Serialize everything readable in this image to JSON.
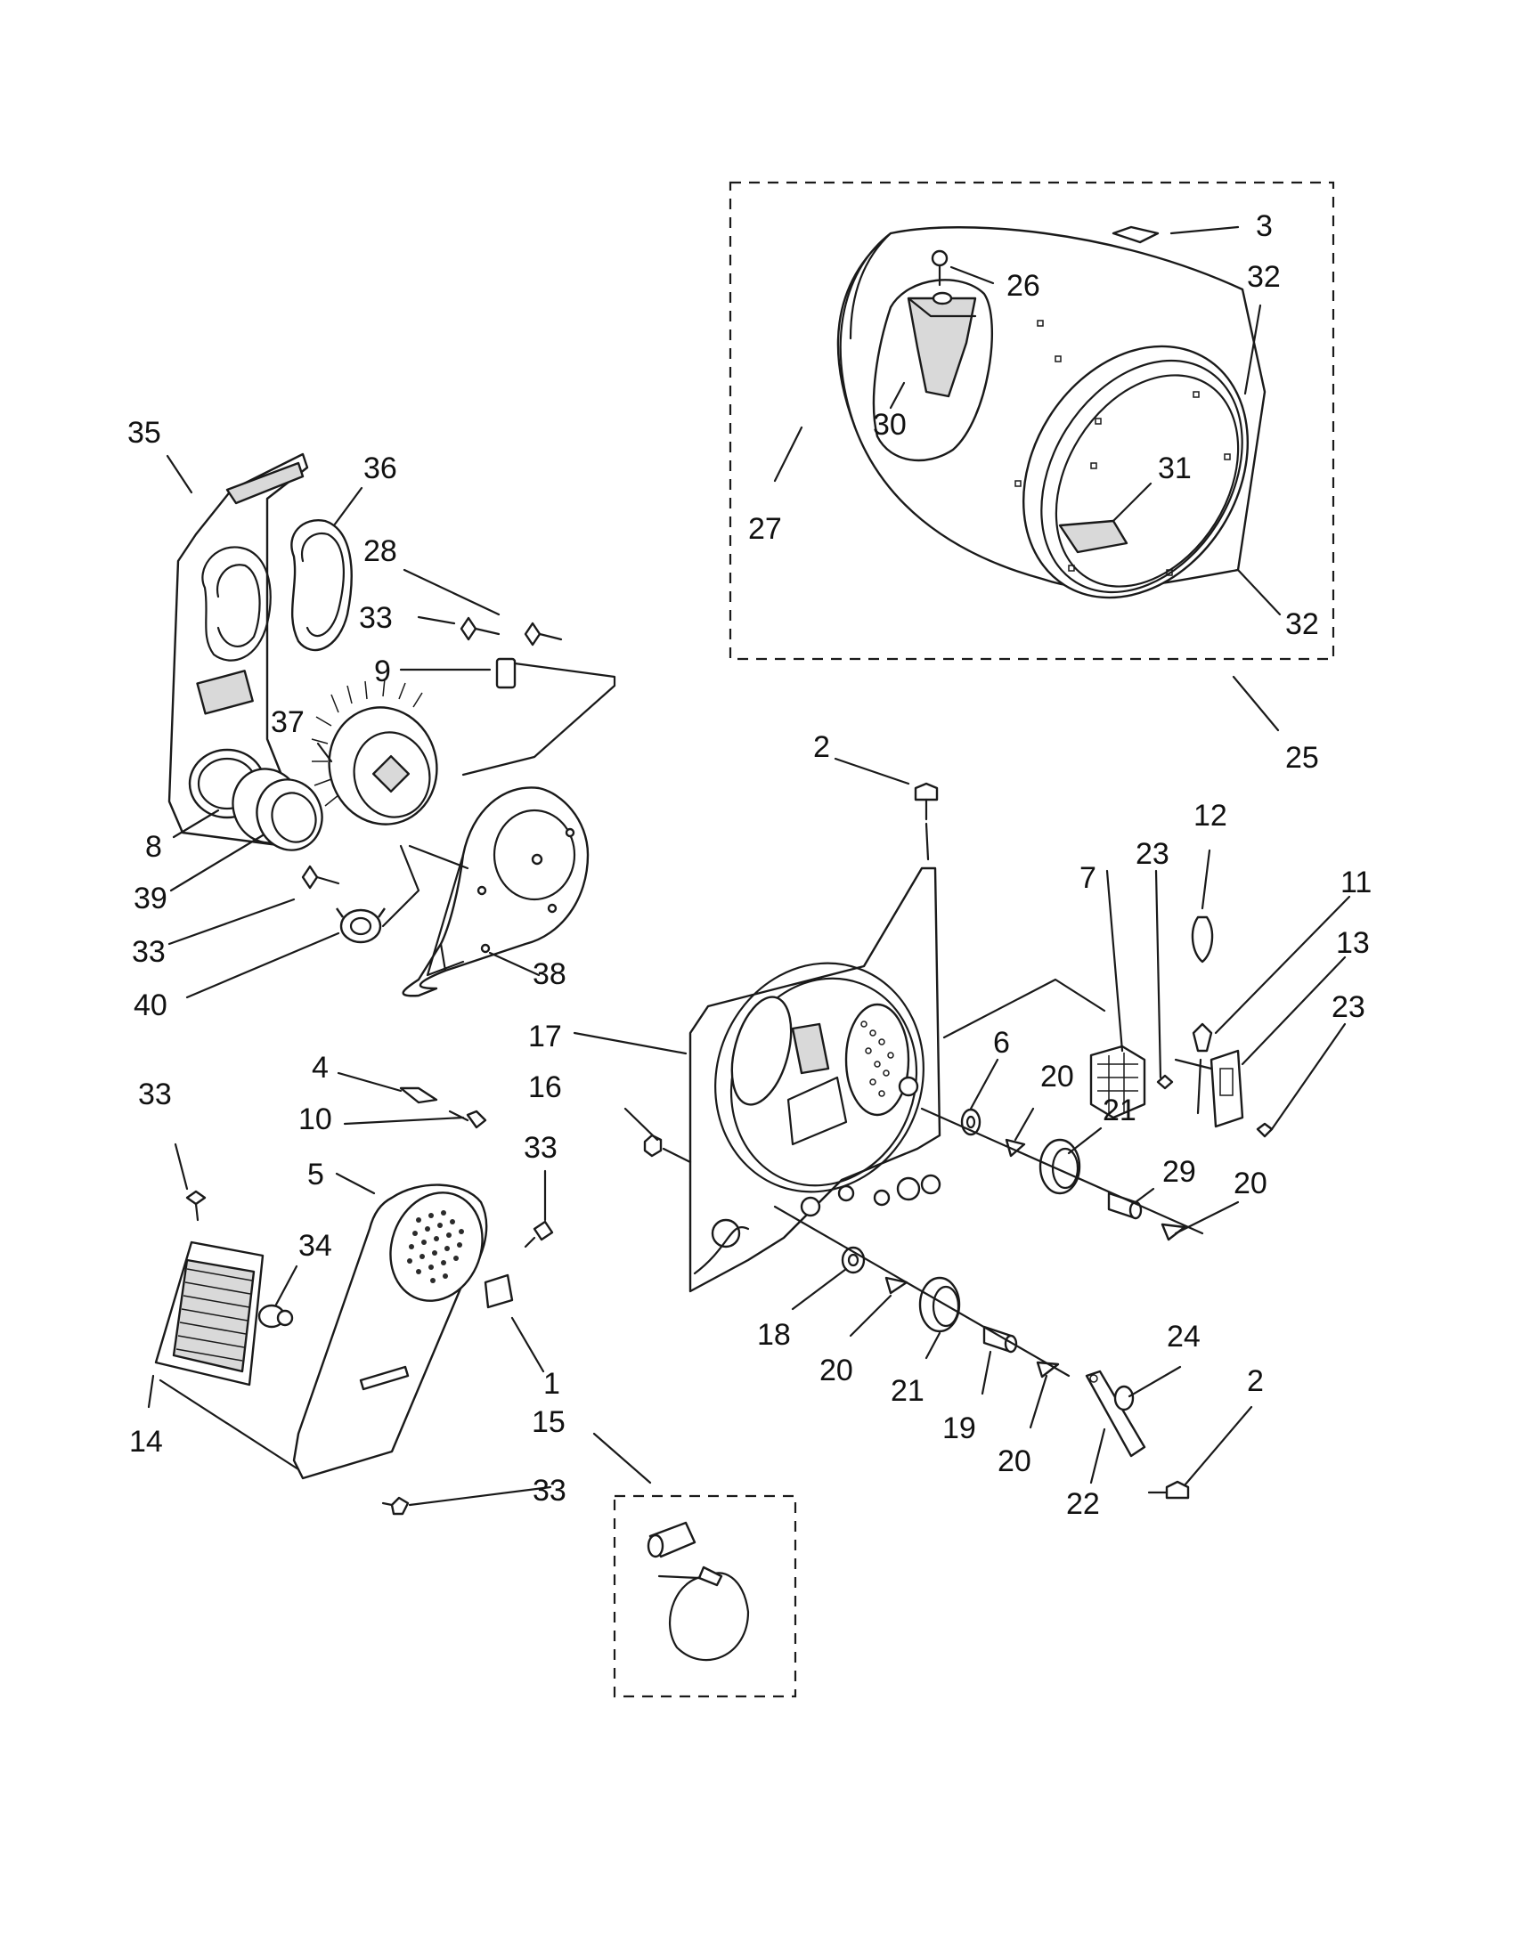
{
  "diagram": {
    "callouts": [
      {
        "id": "c35",
        "text": "35"
      },
      {
        "id": "c36",
        "text": "36"
      },
      {
        "id": "c28",
        "text": "28"
      },
      {
        "id": "c33a",
        "text": "33"
      },
      {
        "id": "c9",
        "text": "9"
      },
      {
        "id": "c37",
        "text": "37"
      },
      {
        "id": "c8",
        "text": "8"
      },
      {
        "id": "c39",
        "text": "39"
      },
      {
        "id": "c33b",
        "text": "33"
      },
      {
        "id": "c40",
        "text": "40"
      },
      {
        "id": "c38",
        "text": "38"
      },
      {
        "id": "c3",
        "text": "3"
      },
      {
        "id": "c26",
        "text": "26"
      },
      {
        "id": "c32a",
        "text": "32"
      },
      {
        "id": "c30",
        "text": "30"
      },
      {
        "id": "c27",
        "text": "27"
      },
      {
        "id": "c31",
        "text": "31"
      },
      {
        "id": "c32b",
        "text": "32"
      },
      {
        "id": "c25",
        "text": "25"
      },
      {
        "id": "c2a",
        "text": "2"
      },
      {
        "id": "c12",
        "text": "12"
      },
      {
        "id": "c23a",
        "text": "23"
      },
      {
        "id": "c7",
        "text": "7"
      },
      {
        "id": "c11",
        "text": "11"
      },
      {
        "id": "c13",
        "text": "13"
      },
      {
        "id": "c23b",
        "text": "23"
      },
      {
        "id": "c17",
        "text": "17"
      },
      {
        "id": "c16",
        "text": "16"
      },
      {
        "id": "c6",
        "text": "6"
      },
      {
        "id": "c20a",
        "text": "20"
      },
      {
        "id": "c21a",
        "text": "21"
      },
      {
        "id": "c29",
        "text": "29"
      },
      {
        "id": "c20b",
        "text": "20"
      },
      {
        "id": "c4",
        "text": "4"
      },
      {
        "id": "c10",
        "text": "10"
      },
      {
        "id": "c33c",
        "text": "33"
      },
      {
        "id": "c33d",
        "text": "33"
      },
      {
        "id": "c5",
        "text": "5"
      },
      {
        "id": "c34",
        "text": "34"
      },
      {
        "id": "c1",
        "text": "1"
      },
      {
        "id": "c14",
        "text": "14"
      },
      {
        "id": "c15",
        "text": "15"
      },
      {
        "id": "c33e",
        "text": "33"
      },
      {
        "id": "c18",
        "text": "18"
      },
      {
        "id": "c20c",
        "text": "20"
      },
      {
        "id": "c21b",
        "text": "21"
      },
      {
        "id": "c19",
        "text": "19"
      },
      {
        "id": "c20d",
        "text": "20"
      },
      {
        "id": "c24",
        "text": "24"
      },
      {
        "id": "c2b",
        "text": "2"
      },
      {
        "id": "c22",
        "text": "22"
      }
    ]
  }
}
